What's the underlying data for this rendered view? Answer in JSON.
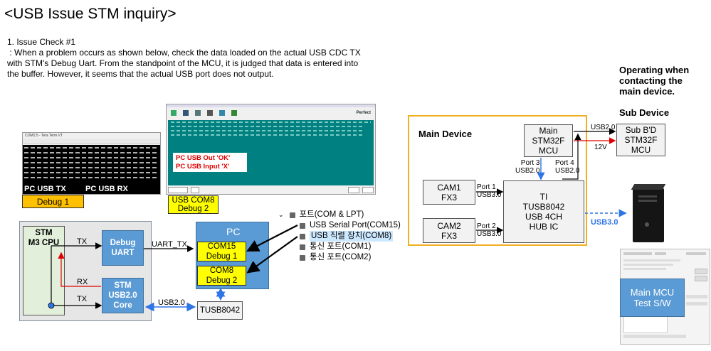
{
  "header": {
    "title": "<USB Issue STM inquiry>",
    "note_lines": [
      "1. Issue Check #1",
      " : When a problem occurs as shown below, check the data loaded on the actual USB CDC TX",
      "with STM's Debug Uart.  From the standpoint of the MCU, it is judged that data is entered into",
      "the buffer.  However, it seems that the actual USB port does not output."
    ]
  },
  "screens": {
    "com1_title": "COM1:5 - Tera Term VT",
    "com1_label_tx": "PC USB TX",
    "com1_label_rx": "PC USB RX",
    "com1_caption": "Debug 1",
    "com8_out": "PC USB Out 'OK'",
    "com8_in": "PC USB Input 'X'",
    "com8_caption": "USB COM8\nDebug 2",
    "com8_brand": "Perfect"
  },
  "left_diagram": {
    "cpu": "STM\nM3 CPU",
    "debug_uart": "Debug\nUART",
    "usb_core": "STM\nUSB2.0\nCore",
    "tx1": "TX",
    "rx": "RX",
    "tx2": "TX",
    "uart_tx": "UART_TX",
    "usb20": "USB2.0",
    "pc": "PC",
    "com15": "COM15\nDebug 1",
    "com8": "COM8\nDebug 2",
    "tusb": "TUSB8042"
  },
  "device_tree": {
    "root": "포트(COM & LPT)",
    "items": [
      "USB Serial Port(COM15)",
      "USB 직렬 장치(COM8)",
      "통신 포트(COM1)",
      "통신 포트(COM2)"
    ]
  },
  "right_diagram": {
    "operating_note": "Operating when\ncontacting the\nmain device.",
    "sub_device_title": "Sub Device",
    "main_device_title": "Main Device",
    "main_mcu": "Main\nSTM32F\nMCU",
    "sub_mcu": "Sub B'D\nSTM32F\nMCU",
    "cam1": "CAM1\nFX3",
    "cam2": "CAM2\nFX3",
    "hub": "TI\nTUSB8042\nUSB 4CH\nHUB IC",
    "usb20_top": "USB2.0",
    "v12": "12V",
    "port3": "Port 3\nUSB2.0",
    "port4": "Port 4\nUSB2.0",
    "port1": "Port 1\nUSB3.0",
    "port2": "Port 2\nUSB3.0",
    "usb30": "USB3.0",
    "test_sw": "Main MCU\nTest S/W"
  },
  "colors": {
    "box_blue": "#5b9bd5",
    "line_red": "#e00000",
    "line_blue": "#2e75e6",
    "frame_orange": "#f0b020",
    "terminal_green": "#008080"
  }
}
